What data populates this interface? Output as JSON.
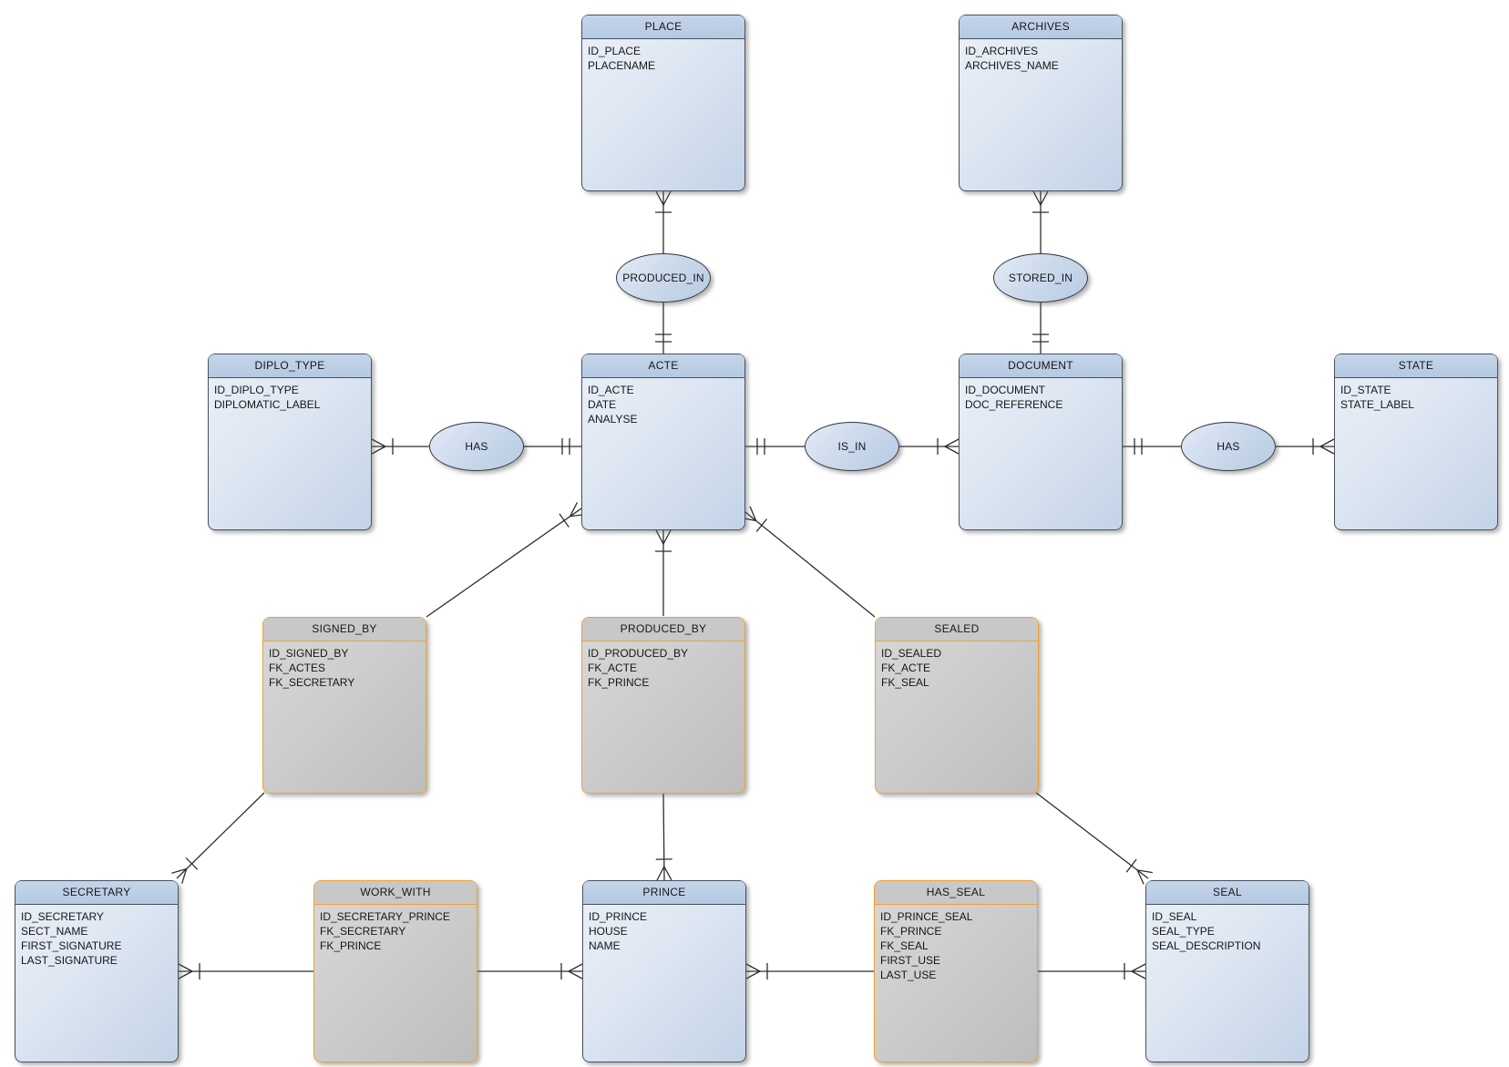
{
  "diagram": {
    "kind": "entity-relationship-diagram",
    "colors": {
      "entity_header": "#b9cce4",
      "entity_body_gradient_start": "#ebf0f8",
      "entity_body_gradient_end": "#c4d3e8",
      "entity_border": "#46525e",
      "association_border": "#f0a132",
      "association_fill": "#c8c8c8",
      "relationship_fill": "#cbd9ec",
      "line": "#2e2e2e",
      "background": "#ffffff"
    },
    "entities": {
      "place": {
        "name": "PLACE",
        "type": "entity",
        "attributes": [
          "ID_PLACE",
          "PLACENAME"
        ]
      },
      "archives": {
        "name": "ARCHIVES",
        "type": "entity",
        "attributes": [
          "ID_ARCHIVES",
          "ARCHIVES_NAME"
        ]
      },
      "diplo_type": {
        "name": "DIPLO_TYPE",
        "type": "entity",
        "attributes": [
          "ID_DIPLO_TYPE",
          "DIPLOMATIC_LABEL"
        ]
      },
      "acte": {
        "name": "ACTE",
        "type": "entity",
        "attributes": [
          "ID_ACTE",
          "DATE",
          "ANALYSE"
        ]
      },
      "document": {
        "name": "DOCUMENT",
        "type": "entity",
        "attributes": [
          "ID_DOCUMENT",
          "DOC_REFERENCE"
        ]
      },
      "state": {
        "name": "STATE",
        "type": "entity",
        "attributes": [
          "ID_STATE",
          "STATE_LABEL"
        ]
      },
      "signed_by": {
        "name": "SIGNED_BY",
        "type": "association",
        "attributes": [
          "ID_SIGNED_BY",
          "FK_ACTES",
          "FK_SECRETARY"
        ]
      },
      "produced_by": {
        "name": "PRODUCED_BY",
        "type": "association",
        "attributes": [
          "ID_PRODUCED_BY",
          "FK_ACTE",
          "FK_PRINCE"
        ]
      },
      "sealed": {
        "name": "SEALED",
        "type": "association",
        "attributes": [
          "ID_SEALED",
          "FK_ACTE",
          "FK_SEAL"
        ]
      },
      "secretary": {
        "name": "SECRETARY",
        "type": "entity",
        "attributes": [
          "ID_SECRETARY",
          "SECT_NAME",
          "FIRST_SIGNATURE",
          "LAST_SIGNATURE"
        ]
      },
      "work_with": {
        "name": "WORK_WITH",
        "type": "association",
        "attributes": [
          "ID_SECRETARY_PRINCE",
          "FK_SECRETARY",
          "FK_PRINCE"
        ]
      },
      "prince": {
        "name": "PRINCE",
        "type": "entity",
        "attributes": [
          "ID_PRINCE",
          "HOUSE",
          "NAME"
        ]
      },
      "has_seal": {
        "name": "HAS_SEAL",
        "type": "association",
        "attributes": [
          "ID_PRINCE_SEAL",
          "FK_PRINCE",
          "FK_SEAL",
          "FIRST_USE",
          "LAST_USE"
        ]
      },
      "seal": {
        "name": "SEAL",
        "type": "entity",
        "attributes": [
          "ID_SEAL",
          "SEAL_TYPE",
          "SEAL_DESCRIPTION"
        ]
      }
    },
    "relationships": {
      "produced_in": {
        "label": "PRODUCED_IN"
      },
      "stored_in": {
        "label": "STORED_IN"
      },
      "has_left": {
        "label": "HAS"
      },
      "is_in": {
        "label": "IS_IN"
      },
      "has_right": {
        "label": "HAS"
      }
    },
    "connections": [
      {
        "from": "PLACE",
        "to": "PRODUCED_IN",
        "a": [
          728,
          210
        ],
        "b": [
          728,
          278
        ],
        "am": "many",
        "from_cardinality": "one-or-many"
      },
      {
        "from": "ACTE",
        "to": "PRODUCED_IN",
        "a": [
          728,
          388
        ],
        "b": [
          728,
          332
        ],
        "am": "one",
        "from_cardinality": "exactly-one"
      },
      {
        "from": "ARCHIVES",
        "to": "STORED_IN",
        "a": [
          1142,
          210
        ],
        "b": [
          1142,
          278
        ],
        "am": "many",
        "from_cardinality": "one-or-many"
      },
      {
        "from": "DOCUMENT",
        "to": "STORED_IN",
        "a": [
          1142,
          388
        ],
        "b": [
          1142,
          332
        ],
        "am": "one",
        "from_cardinality": "exactly-one"
      },
      {
        "from": "DIPLO_TYPE",
        "to": "HAS",
        "a": [
          408,
          490
        ],
        "b": [
          471,
          490
        ],
        "am": "many",
        "from_cardinality": "one-or-many"
      },
      {
        "from": "ACTE",
        "to": "HAS",
        "a": [
          638,
          490
        ],
        "b": [
          575,
          490
        ],
        "am": "one",
        "from_cardinality": "exactly-one"
      },
      {
        "from": "ACTE",
        "to": "IS_IN",
        "a": [
          818,
          490
        ],
        "b": [
          883,
          490
        ],
        "am": "one",
        "from_cardinality": "exactly-one"
      },
      {
        "from": "DOCUMENT",
        "to": "IS_IN",
        "a": [
          1052,
          490
        ],
        "b": [
          987,
          490
        ],
        "am": "many",
        "from_cardinality": "one-or-many"
      },
      {
        "from": "DOCUMENT",
        "to": "HAS-2",
        "a": [
          1232,
          490
        ],
        "b": [
          1296,
          490
        ],
        "am": "one",
        "from_cardinality": "exactly-one"
      },
      {
        "from": "STATE",
        "to": "HAS-2",
        "a": [
          1464,
          490
        ],
        "b": [
          1400,
          490
        ],
        "am": "many",
        "from_cardinality": "one-or-many"
      },
      {
        "from": "ACTE",
        "to": "SIGNED_BY",
        "a": [
          638,
          558
        ],
        "b": [
          468,
          677
        ],
        "am": "many",
        "from_cardinality": "one-or-many"
      },
      {
        "from": "ACTE",
        "to": "PRODUCED_BY",
        "a": [
          728,
          582
        ],
        "b": [
          728,
          676
        ],
        "am": "many",
        "from_cardinality": "one-or-many"
      },
      {
        "from": "ACTE",
        "to": "SEALED",
        "a": [
          818,
          562
        ],
        "b": [
          960,
          677
        ],
        "am": "many",
        "from_cardinality": "one-or-many"
      },
      {
        "from": "SECRETARY",
        "to": "SIGNED_BY",
        "a": [
          194,
          964
        ],
        "b": [
          290,
          870
        ],
        "am": "many",
        "from_cardinality": "one-or-many"
      },
      {
        "from": "PRINCE",
        "to": "PRODUCED_BY",
        "a": [
          729,
          966
        ],
        "b": [
          728,
          870
        ],
        "am": "many",
        "from_cardinality": "one-or-many"
      },
      {
        "from": "SEAL",
        "to": "SEALED",
        "a": [
          1260,
          964
        ],
        "b": [
          1137,
          870
        ],
        "am": "many",
        "from_cardinality": "one-or-many"
      },
      {
        "from": "SECRETARY",
        "to": "WORK_WITH",
        "a": [
          196,
          1066
        ],
        "b": [
          344,
          1066
        ],
        "am": "many",
        "from_cardinality": "one-or-many"
      },
      {
        "from": "PRINCE",
        "to": "WORK_WITH",
        "a": [
          639,
          1066
        ],
        "b": [
          524,
          1066
        ],
        "am": "many",
        "from_cardinality": "one-or-many"
      },
      {
        "from": "PRINCE",
        "to": "HAS_SEAL",
        "a": [
          819,
          1066
        ],
        "b": [
          959,
          1066
        ],
        "am": "many",
        "from_cardinality": "one-or-many"
      },
      {
        "from": "SEAL",
        "to": "HAS_SEAL",
        "a": [
          1257,
          1066
        ],
        "b": [
          1139,
          1066
        ],
        "am": "many",
        "from_cardinality": "one-or-many"
      }
    ]
  }
}
